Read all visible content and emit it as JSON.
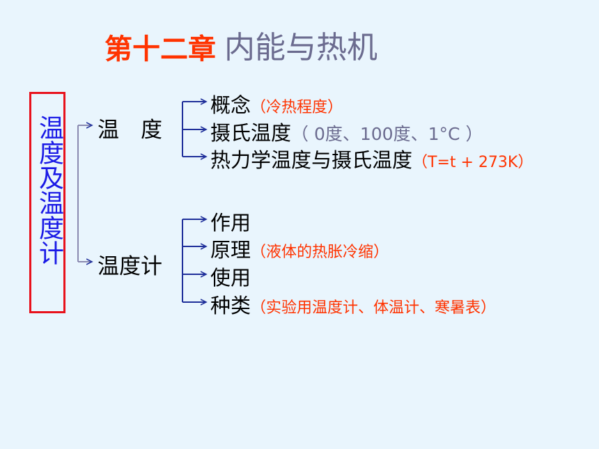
{
  "title": {
    "prefix": "第十二章",
    "main": "内能与热机"
  },
  "root": {
    "label": "温度及温度计"
  },
  "branch_temperature": {
    "label": "温　度",
    "items": [
      {
        "label": "概念",
        "note": "（冷热程度）"
      },
      {
        "label": "摄氏温度",
        "note": "（ 0度、100度、1°C ）"
      },
      {
        "label": "热力学温度与摄氏温度",
        "note": "（T=t + 273K）"
      }
    ]
  },
  "branch_thermometer": {
    "label": "温度计",
    "items": [
      {
        "label": "作用",
        "note": ""
      },
      {
        "label": "原理",
        "note": "（液体的热胀冷缩）"
      },
      {
        "label": "使用",
        "note": ""
      },
      {
        "label": "种类",
        "note": "（实验用温度计、体温计、寒暑表）"
      }
    ]
  },
  "colors": {
    "background": "#e9f5fd",
    "title_red": "#ff3300",
    "root_border": "#e8111b",
    "root_text": "#1a1ae6",
    "connector": "#1f2f9a"
  }
}
